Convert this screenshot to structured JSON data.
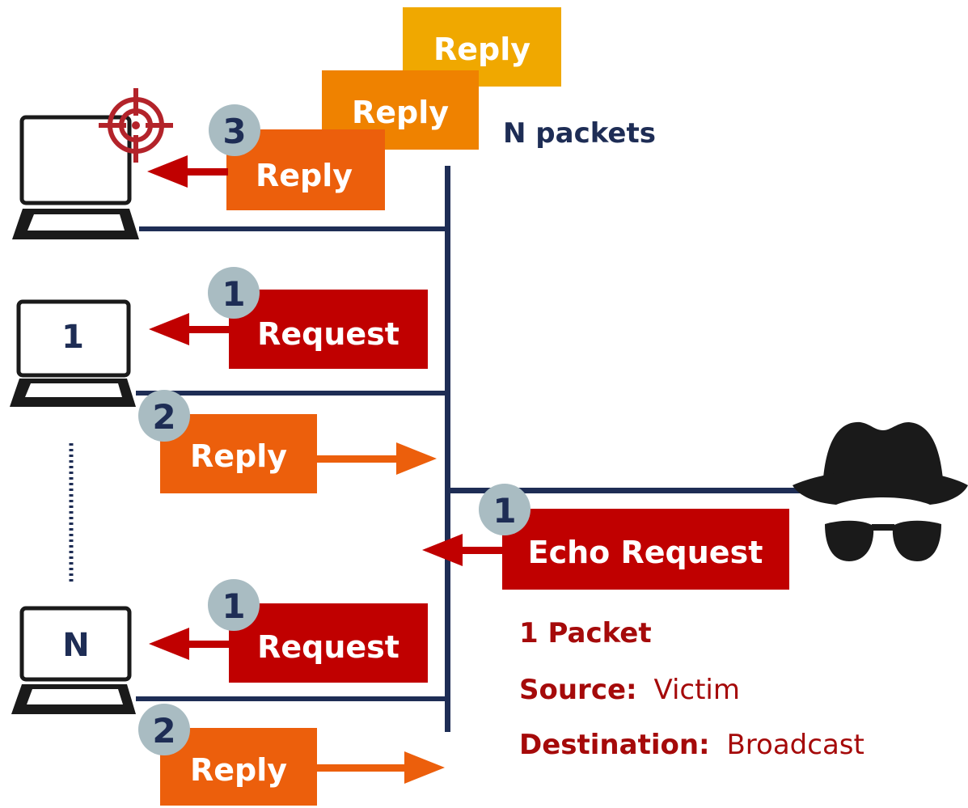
{
  "colors": {
    "navy": "#1e2d55",
    "request_red": "#c00000",
    "reply_orange": "#ec5f0c",
    "reply_orange_mid": "#ef8200",
    "reply_orange_light": "#f0a800",
    "badge_gray": "#a9bcc2",
    "dark_red_text": "#a50a0a",
    "target_red": "#b3232a",
    "attacker_black": "#1a1a1a"
  },
  "icons": {
    "target": "crosshair-target-icon",
    "attacker": "spy-hat-sunglasses-icon",
    "laptop": "laptop-icon"
  },
  "victim": {
    "stack_replies": [
      "Reply",
      "Reply",
      "Reply"
    ],
    "badge": "3",
    "packets_label": "N packets"
  },
  "host_1": {
    "screen_label": "1",
    "request_badge": "1",
    "request_label": "Request",
    "reply_badge": "2",
    "reply_label": "Reply"
  },
  "host_n": {
    "screen_label": "N",
    "request_badge": "1",
    "request_label": "Request",
    "reply_badge": "2",
    "reply_label": "Reply"
  },
  "attacker": {
    "badge": "1",
    "echo_label": "Echo Request",
    "info_packet": "1 Packet",
    "source_key": "Source:",
    "source_value": "Victim",
    "destination_key": "Destination:",
    "destination_value": "Broadcast"
  }
}
